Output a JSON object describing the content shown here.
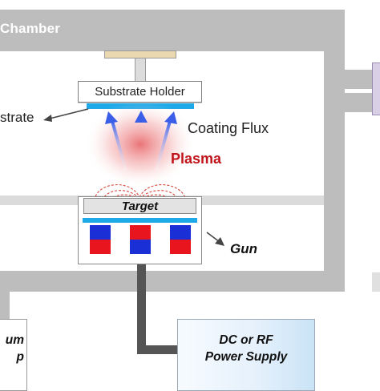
{
  "chamber": {
    "title": "Chamber"
  },
  "substrate_holder": {
    "label": "Substrate Holder"
  },
  "substrate": {
    "label": "strate"
  },
  "coating_flux": {
    "label": "Coating Flux"
  },
  "plasma": {
    "label": "Plasma"
  },
  "target": {
    "label": "Target"
  },
  "gun": {
    "label": "Gun"
  },
  "power_supply": {
    "line1": "DC or RF",
    "line2": "Power Supply"
  },
  "pump": {
    "line1": "um",
    "line2": "p"
  },
  "colors": {
    "wall": "#bdbdbd",
    "substrate_blue": "#1ea9e9",
    "plasma_red": "#c0141b",
    "magnet_red": "#e8141e",
    "magnet_blue": "#1a2fd6",
    "cable": "#555555"
  }
}
